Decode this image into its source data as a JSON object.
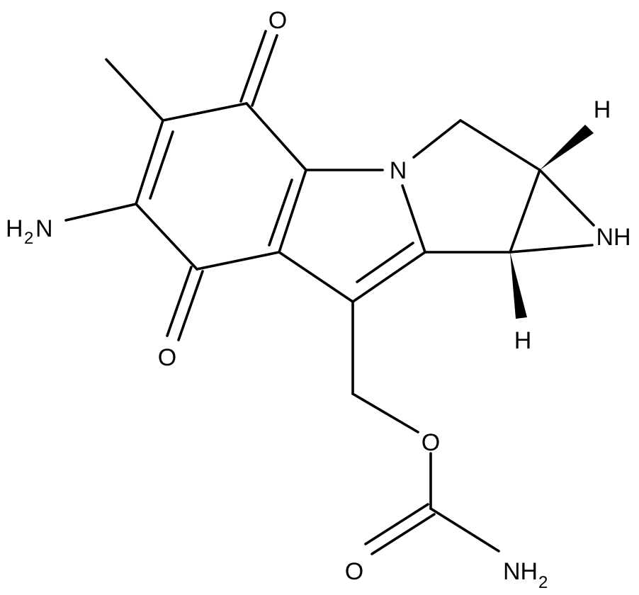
{
  "diagram": {
    "type": "chemical-structure",
    "colors": {
      "bond": "#000000",
      "label": "#000000",
      "background": "#ffffff"
    },
    "labels": {
      "o_top": "O",
      "o_left": "O",
      "o_ester": "O",
      "o_carbonyl": "O",
      "n_ring": "N",
      "aziridine": "NH",
      "h_top": "H",
      "h_bottom": "H",
      "amine_left": "H",
      "amine_left_sub": "2",
      "amine_left_n": "N",
      "amide_n": "NH",
      "amide_sub": "2"
    }
  }
}
